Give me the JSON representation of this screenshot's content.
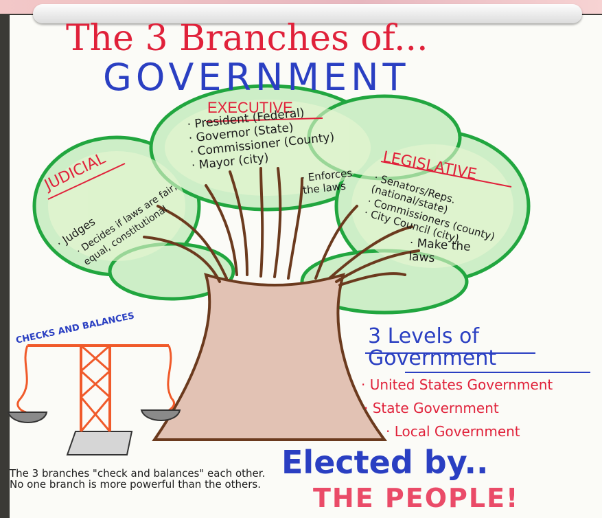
{
  "poster": {
    "title_line1": "The 3 Branches of...",
    "title_line2": "GOVERNMENT",
    "executive": {
      "heading": "EXECUTIVE",
      "items": [
        "· President (Federal)",
        "· Governor (State)",
        "· Commissioner (County)",
        "· Mayor (city)"
      ],
      "role": "· Enforces the laws"
    },
    "judicial": {
      "heading": "JUDICIAL",
      "items": [
        "· Judges",
        "· Decides if laws are fair, equal, constitutional"
      ]
    },
    "legislative": {
      "heading": "LEGISLATIVE",
      "items": [
        "· Senators/Reps. (national/state)",
        "· Commissioners (county)",
        "· City Council (city)"
      ],
      "role": "· Make the laws"
    },
    "checks": {
      "heading": "CHECKS AND BALANCES",
      "note": "The 3 branches \"check and balances\" each other. No one branch is more powerful than the others."
    },
    "levels": {
      "heading": "3 Levels of Government",
      "items": [
        "· United States Government",
        "· State Government",
        "· Local Government"
      ]
    },
    "elected": {
      "line1": "Elected by..",
      "line2": "THE PEOPLE!"
    }
  }
}
